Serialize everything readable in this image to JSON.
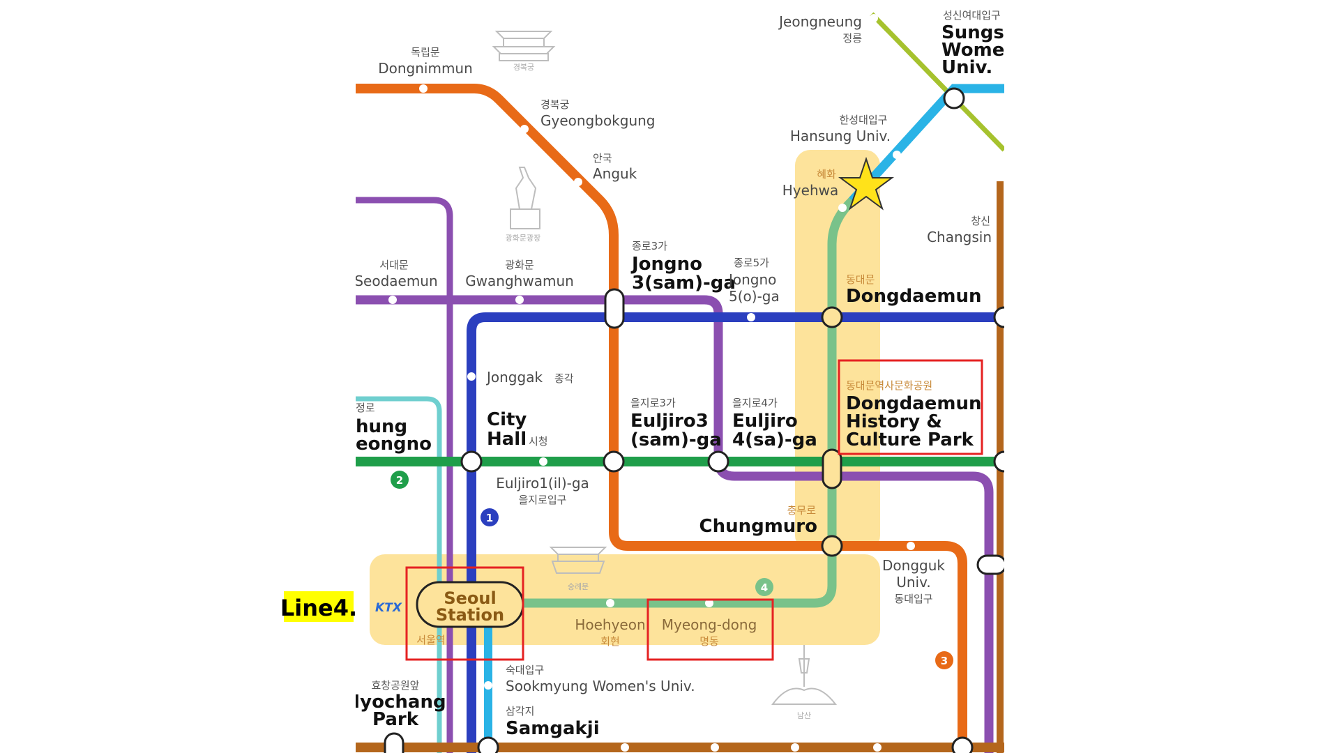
{
  "highlight_label": "Line4.",
  "colors": {
    "line1": "#2b3fbf",
    "line2": "#1f9e4a",
    "line3": "#e86a17",
    "line4": "#2ab3e6",
    "line4_highlight": "#79c28a",
    "line5": "#8b4fb0",
    "line6": "#b4661c",
    "ui_sinseol": "#a6c22e",
    "gyeongui": "#6fcfcf",
    "highlight_band": "#fde39b",
    "callout_box": "#e52222",
    "label_highlight": "#ffff00"
  },
  "stations": {
    "dongnimmun": {
      "en": "Dongnimmun",
      "kr": "독립문"
    },
    "gyeongbokgung": {
      "en": "Gyeongbokgung",
      "kr": "경복궁"
    },
    "anguk": {
      "en": "Anguk",
      "kr": "안국"
    },
    "jongno3": {
      "en1": "Jongno",
      "en2": "3(sam)-ga",
      "kr": "종로3가"
    },
    "jongno5": {
      "en1": "Jongno",
      "en2": "5(o)-ga",
      "kr": "종로5가"
    },
    "seodaemun": {
      "en": "Seodaemun",
      "kr": "서대문"
    },
    "gwanghwamun": {
      "en": "Gwanghwamun",
      "kr": "광화문"
    },
    "jonggak": {
      "en": "Jonggak",
      "kr": "종각"
    },
    "cityhall": {
      "en1": "City",
      "en2": "Hall",
      "kr": "시청"
    },
    "euljiro1": {
      "en": "Euljiro1(il)-ga",
      "kr": "을지로입구"
    },
    "euljiro3": {
      "en1": "Euljiro3",
      "en2": "(sam)-ga",
      "kr": "을지로3가"
    },
    "euljiro4": {
      "en1": "Euljiro",
      "en2": "4(sa)-ga",
      "kr": "을지로4가"
    },
    "jeongneung": {
      "en": "Jeongneung",
      "kr": "정릉"
    },
    "sungshin": {
      "en1": "Sungsh",
      "en2": "Womer",
      "en3": "Univ.",
      "kr": "성신여대입구"
    },
    "hansung": {
      "en": "Hansung Univ.",
      "kr": "한성대입구"
    },
    "hyehwa": {
      "en": "Hyehwa",
      "kr": "혜화"
    },
    "changsin": {
      "en": "Changsin",
      "kr": "창신"
    },
    "dongdaemun": {
      "en": "Dongdaemun",
      "kr": "동대문"
    },
    "ddp": {
      "en1": "Dongdaemun",
      "en2": "History &",
      "en3": "Culture Park",
      "kr": "동대문역사문화공원"
    },
    "chungmuro": {
      "en": "Chungmuro",
      "kr": "충무로"
    },
    "dongguk": {
      "en1": "Dongguk",
      "en2": "Univ.",
      "kr": "동대입구"
    },
    "jongno_left": {
      "en1": "hung",
      "en2": "eongno",
      "kr": "정로"
    },
    "seoul": {
      "en1": "Seoul",
      "en2": "Station",
      "kr": "서울역"
    },
    "hoehyeon": {
      "en": "Hoehyeon",
      "kr": "회현"
    },
    "myeongdong": {
      "en": "Myeong-dong",
      "kr": "명동"
    },
    "sookmyung": {
      "en": "Sookmyung Women's Univ.",
      "kr": "숙대입구"
    },
    "samgakji": {
      "en": "Samgakji",
      "kr": "삼각지"
    },
    "hyochang": {
      "en1": "Hyochang",
      "en2": "Park",
      "kr": "효창공원앞"
    }
  },
  "landmarks": {
    "gyeongbokgung_palace": "경복궁",
    "gwanghwamun_square": "광화문광장",
    "sungnyemun": "숭례문",
    "namsan": "남산"
  },
  "line_badges": {
    "line1": "1",
    "line2": "2",
    "line3": "3",
    "line4": "4"
  },
  "ktx": "KTX"
}
